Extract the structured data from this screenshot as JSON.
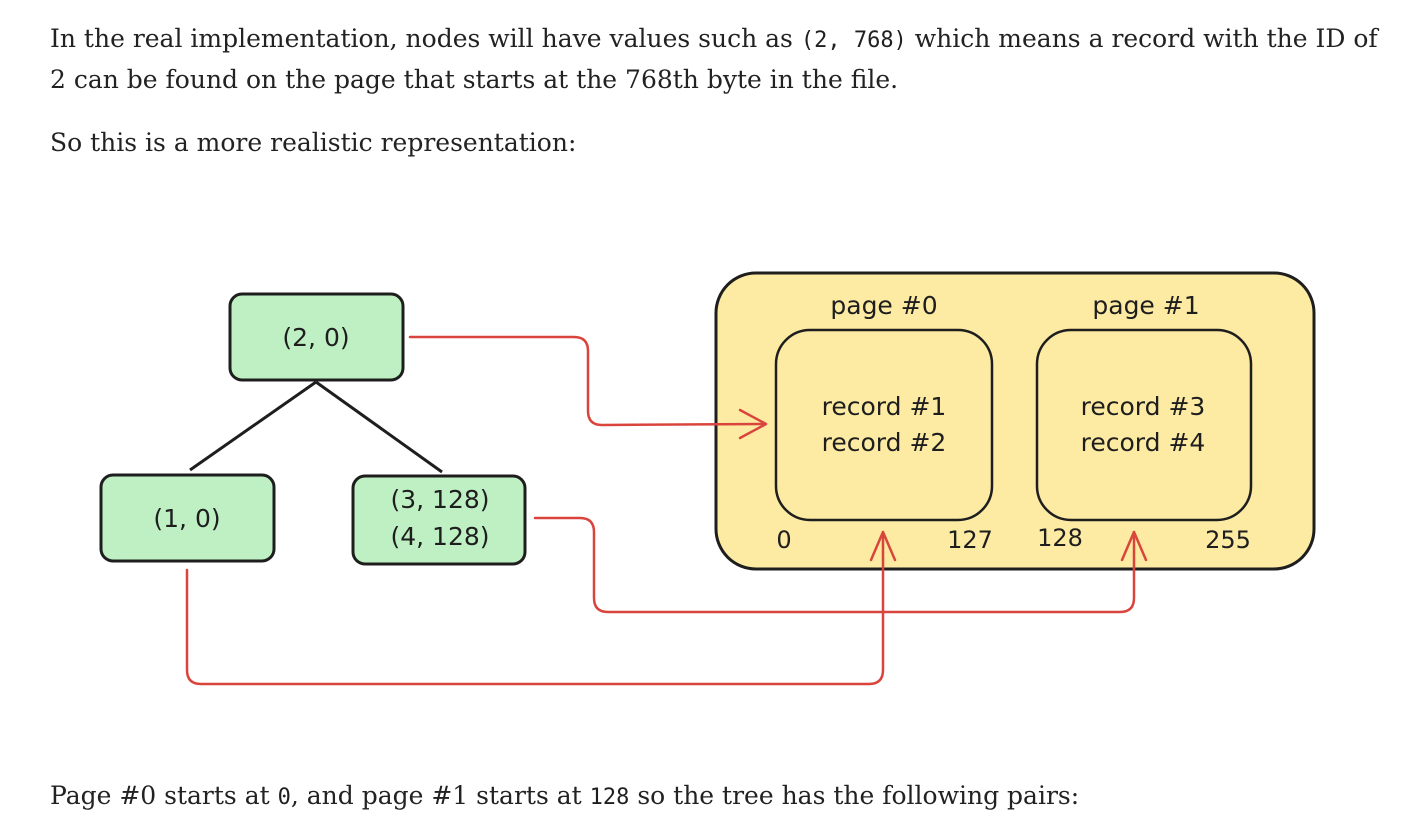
{
  "text": {
    "p1_a": "In the real implementation, nodes will have values such as ",
    "p1_code": "(2, 768)",
    "p1_b": " which means a record with the ID of 2 can be found on the page that starts at the 768th byte in the file.",
    "p2": "So this is a more realistic representation:",
    "p3_a": "Page #0 starts at ",
    "p3_code1": "0",
    "p3_b": ", and page #1 starts at ",
    "p3_code2": "128",
    "p3_c": " so the tree has the following pairs:"
  },
  "diagram": {
    "nodes": {
      "root": "(2, 0)",
      "left": "(1, 0)",
      "right_line1": "(3, 128)",
      "right_line2": "(4, 128)"
    },
    "file": {
      "page0": {
        "title": "page #0",
        "records": [
          "record #1",
          "record #2"
        ],
        "start_offset": "0",
        "end_offset": "127"
      },
      "page1": {
        "title": "page #1",
        "records": [
          "record #3",
          "record #4"
        ],
        "start_offset": "128",
        "end_offset": "255"
      }
    },
    "colors": {
      "node_fill": "#bff0c4",
      "file_fill": "#fdeaa3",
      "arrow": "#d9453d",
      "stroke": "#1e1e1e"
    }
  }
}
